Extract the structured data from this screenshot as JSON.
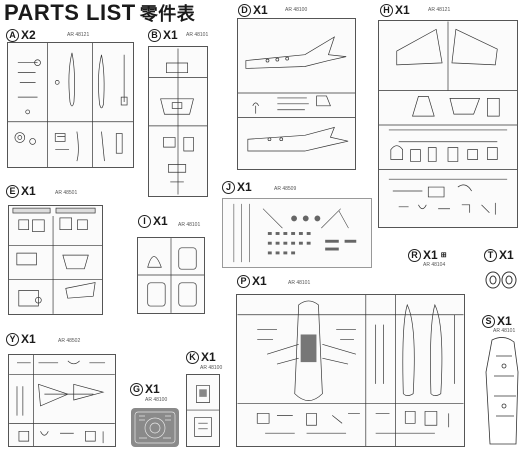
{
  "title": {
    "main": "PARTS  LIST",
    "chinese": "零件表"
  },
  "sprues": {
    "a": {
      "letter": "A",
      "qty": "X2",
      "code": "AR 48121"
    },
    "b": {
      "letter": "B",
      "qty": "X1",
      "code": "AR 48101"
    },
    "d": {
      "letter": "D",
      "qty": "X1",
      "code": "AR 48100"
    },
    "h": {
      "letter": "H",
      "qty": "X1",
      "code": "AR 48121"
    },
    "e": {
      "letter": "E",
      "qty": "X1",
      "code": "AR 48501"
    },
    "i": {
      "letter": "I",
      "qty": "X1",
      "code": "AR 48101"
    },
    "j": {
      "letter": "J",
      "qty": "X1",
      "code": "AR 48509"
    },
    "r": {
      "letter": "R",
      "qty": "X1",
      "code": "AR 48104"
    },
    "t": {
      "letter": "T",
      "qty": "X1",
      "code": ""
    },
    "p": {
      "letter": "P",
      "qty": "X1",
      "code": "AR 48101"
    },
    "s": {
      "letter": "S",
      "qty": "X1",
      "code": "AR 48101"
    },
    "y": {
      "letter": "Y",
      "qty": "X1",
      "code": "AR 48502"
    },
    "k": {
      "letter": "K",
      "qty": "X1",
      "code": "AR 48100"
    },
    "g": {
      "letter": "G",
      "qty": "X1",
      "code": "AR 48100"
    }
  },
  "colors": {
    "line": "#333333",
    "frame": "#555555",
    "photoetch": "#8a8a8a"
  },
  "icons": {
    "wheel": "wheel-icon",
    "bracket": "sprue-gate-icon"
  }
}
